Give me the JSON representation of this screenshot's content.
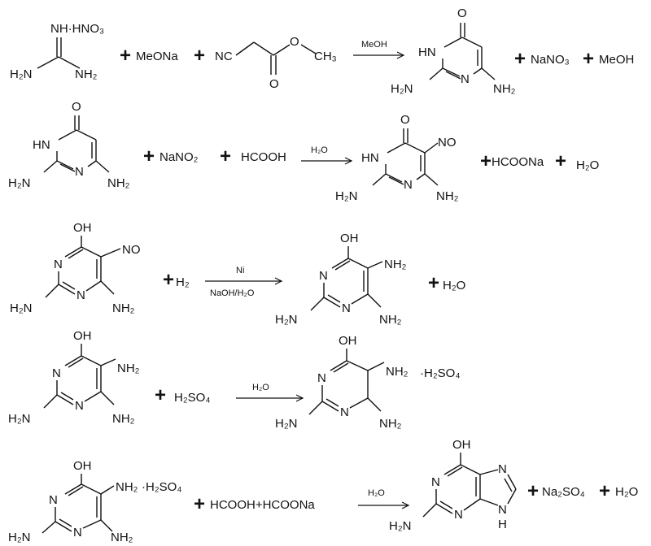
{
  "reactions": [
    {
      "reactant1": {
        "top_label": "NH·HNO₃",
        "left_label": "H₂N",
        "right_label": "NH₂"
      },
      "reagent1": "MeONa",
      "reagent2": {
        "n_label": "NC",
        "o_carbonyl": "O",
        "o_ester": "O",
        "methyl": "CH₃"
      },
      "condition_top": "MeOH",
      "product": {
        "o_label": "O",
        "nh_label": "HN",
        "n_label": "N",
        "amino_left": "H₂N",
        "amino_right": "NH₂"
      },
      "byproducts": [
        "NaNO₃",
        "MeOH"
      ]
    },
    {
      "reactant": {
        "o_label": "O",
        "nh_label": "HN",
        "n_label": "N",
        "amino_left": "H₂N",
        "amino_right": "NH₂"
      },
      "reagent1": "NaNO₂",
      "reagent2": "HCOOH",
      "condition_top": "H₂O",
      "product": {
        "o_label": "O",
        "nh_label": "HN",
        "n_label": "N",
        "nitroso": "NO",
        "amino_left": "H₂N",
        "amino_right": "NH₂"
      },
      "byproducts": [
        "HCOONa",
        "H₂O"
      ]
    },
    {
      "reactant": {
        "oh_label": "OH",
        "n_top": "N",
        "n_bottom": "N",
        "nitroso": "NO",
        "amino_left": "H₂N",
        "amino_right": "NH₂"
      },
      "reagent1": "H₂",
      "condition_top": "Ni",
      "condition_bottom": "NaOH/H₂O",
      "product": {
        "oh_label": "OH",
        "n_top": "N",
        "n_bottom": "N",
        "amino_top": "NH₂",
        "amino_left": "H₂N",
        "amino_right": "NH₂"
      },
      "byproducts": [
        "H₂O"
      ]
    },
    {
      "reactant": {
        "oh_label": "OH",
        "n_top": "N",
        "n_bottom": "N",
        "amino_top": "NH₂",
        "amino_left": "H₂N",
        "amino_right": "NH₂"
      },
      "reagent1": "H₂SO₄",
      "condition_top": "H₂O",
      "product": {
        "oh_label": "OH",
        "n_top": "N",
        "n_bottom": "N",
        "amino_top": "NH₂",
        "salt": "·H₂SO₄",
        "amino_left": "H₂N",
        "amino_right": "NH₂"
      }
    },
    {
      "reactant": {
        "oh_label": "OH",
        "n_top": "N",
        "n_bottom": "N",
        "amino_top": "NH₂",
        "salt": "·H₂SO₄",
        "amino_left": "H₂N",
        "amino_right": "NH₂"
      },
      "reagents": "HCOOH+HCOONa",
      "condition_top": "H₂O",
      "product": {
        "oh_label": "OH",
        "n_top": "N",
        "n_bottom": "N",
        "n_imidazole_top": "N",
        "n_imidazole_bottom": "N",
        "h_label": "H",
        "amino_left": "H₂N"
      },
      "byproducts": [
        "Na₂SO₄",
        "H₂O"
      ]
    }
  ]
}
